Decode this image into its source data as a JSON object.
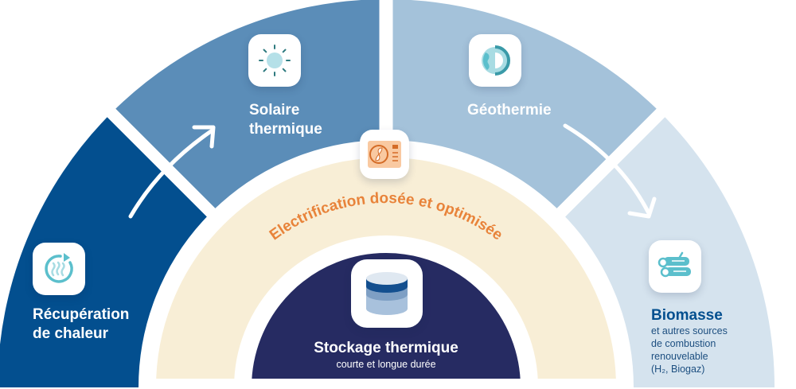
{
  "colors": {
    "recuperation": "#034f8f",
    "solaire": "#5b8db8",
    "geothermie": "#a4c2da",
    "biomasse": "#d5e3ee",
    "electrification_ring": "#f8eed6",
    "stockage": "#262b62",
    "electrification_text": "#e8833a",
    "biomasse_title": "#034f8f",
    "biomasse_sub": "#1d4f80",
    "icon_teal": "#5bbfcc"
  },
  "segments": [
    {
      "id": "recuperation",
      "title_lines": [
        "Récupération",
        "de chaleur"
      ],
      "icon": "heat-recovery-icon"
    },
    {
      "id": "solaire",
      "title_lines": [
        "Solaire",
        "thermique"
      ],
      "icon": "sun-icon"
    },
    {
      "id": "geothermie",
      "title_lines": [
        "Géothermie"
      ],
      "icon": "earth-icon"
    },
    {
      "id": "biomasse",
      "title_lines": [
        "Biomasse"
      ],
      "subtitle_lines": [
        "et autres sources",
        "de combustion",
        "renouvelable",
        "(H₂, Biogaz)"
      ],
      "icon": "logs-icon"
    }
  ],
  "electrification": {
    "label": "Electrification dosée et optimisée",
    "icon": "heat-pump-icon"
  },
  "stockage": {
    "title": "Stockage thermique",
    "subtitle": "courte et longue durée",
    "icon": "storage-tank-icon"
  },
  "arrows": [
    {
      "from": "recuperation",
      "to": "solaire",
      "direction": "up-right"
    },
    {
      "from": "geothermie",
      "to": "biomasse",
      "direction": "down-right"
    }
  ]
}
